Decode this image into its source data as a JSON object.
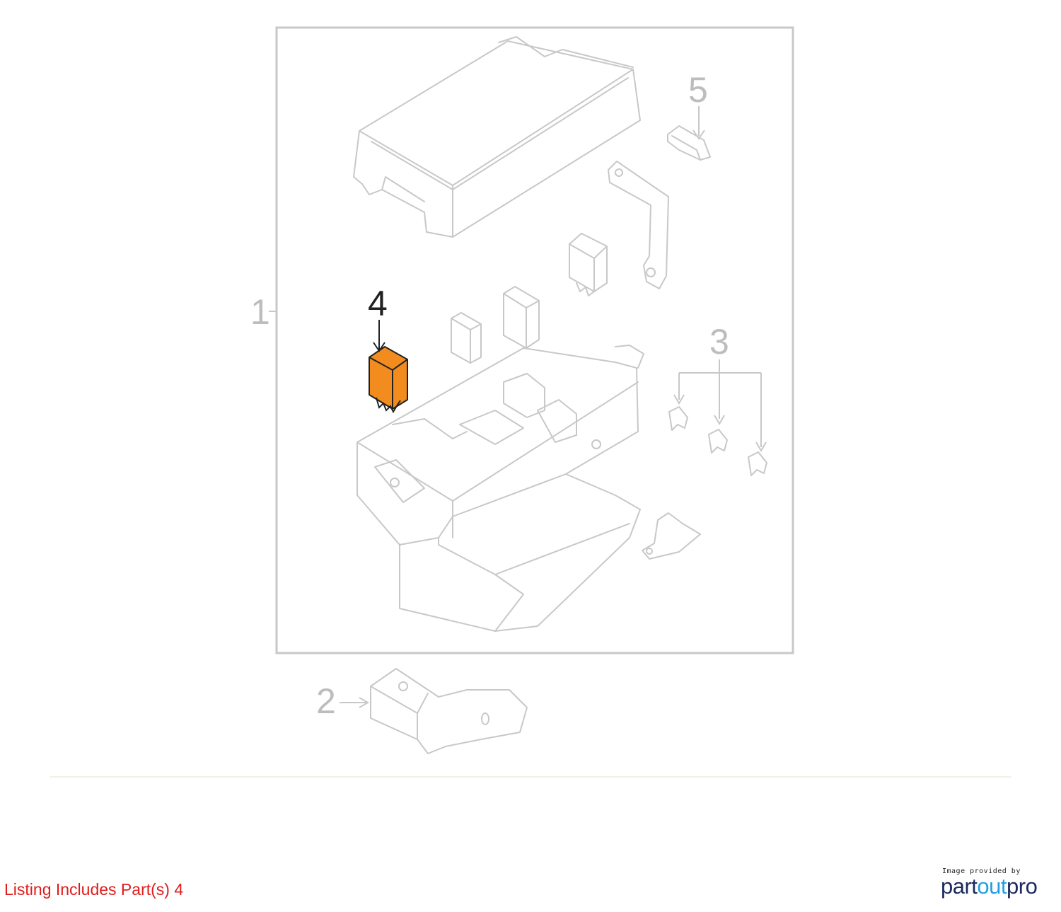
{
  "diagram": {
    "callouts": {
      "part1": "1",
      "part2": "2",
      "part3": "3",
      "part4": "4",
      "part5": "5"
    },
    "highlighted_part": "4",
    "colors": {
      "line": "#c8c8c8",
      "highlight": "#f28c1e",
      "callout_grey": "#bdbdbd",
      "callout_dark": "#222222"
    }
  },
  "caption": "Listing Includes Part(s) 4",
  "credit": {
    "small_text": "Image provided by",
    "logo_part1": "part",
    "logo_part2": "out",
    "logo_part3": "pro"
  }
}
